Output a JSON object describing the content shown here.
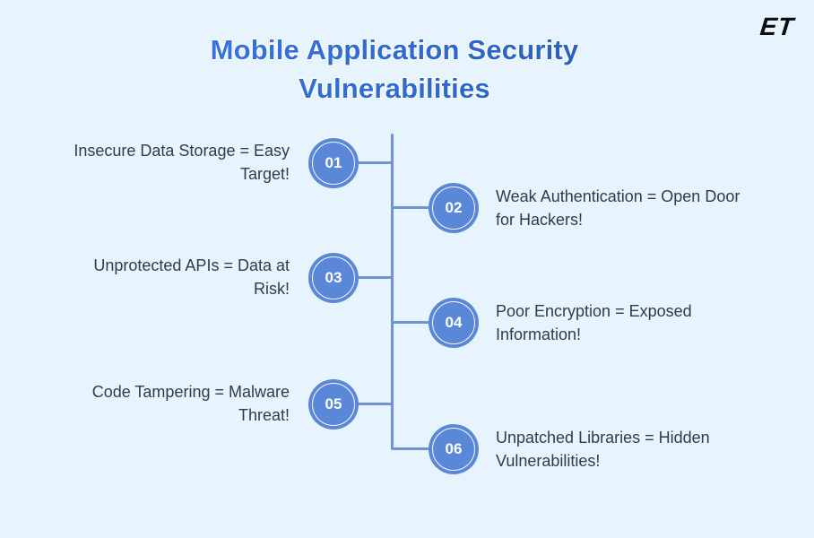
{
  "header": {
    "title": "Mobile Application Security\nVulnerabilities",
    "logo": "ET"
  },
  "items": [
    {
      "number": "01",
      "label": "Insecure Data Storage = Easy\nTarget!",
      "side": "left"
    },
    {
      "number": "02",
      "label": "Weak Authentication = Open Door\nfor Hackers!",
      "side": "right"
    },
    {
      "number": "03",
      "label": "Unprotected APIs = Data at\nRisk!",
      "side": "left"
    },
    {
      "number": "04",
      "label": "Poor Encryption = Exposed\nInformation!",
      "side": "right"
    },
    {
      "number": "05",
      "label": "Code Tampering = Malware\nThreat!",
      "side": "left"
    },
    {
      "number": "06",
      "label": "Unpatched Libraries = Hidden\nVulnerabilities!",
      "side": "right"
    }
  ],
  "theme": {
    "background": "#e7f3fd",
    "accent": "#5b87d8",
    "line": "#6f94cf",
    "text": "#333b46",
    "title_start": "#3b7ff0",
    "title_end": "#2257ae",
    "number_text": "#ffffff",
    "logo_color": "#0d0d0d"
  }
}
